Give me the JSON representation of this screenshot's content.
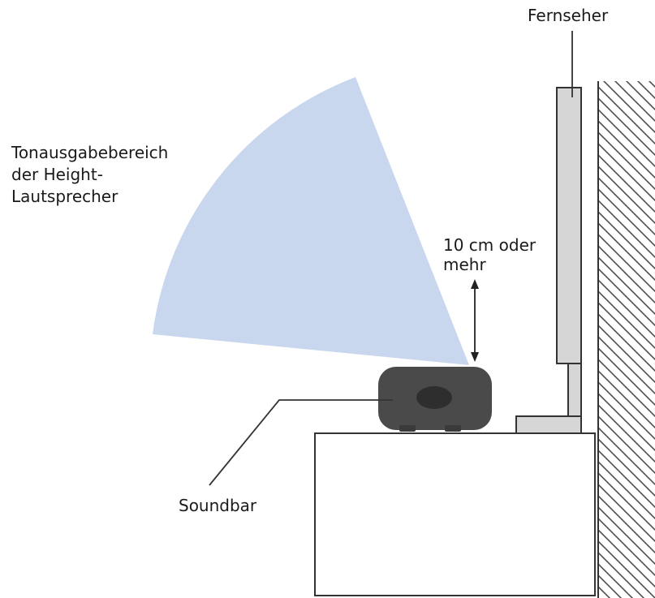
{
  "labels": {
    "tv": "Fernseher",
    "range_line1": "Tonausgabebereich",
    "range_line2": "der Height-",
    "range_line3": "Lautsprecher",
    "distance_line1": "10 cm oder",
    "distance_line2": "mehr",
    "soundbar": "Soundbar"
  },
  "colors": {
    "sound_range": "#c8d7ee",
    "soundbar": "#4a4a4a",
    "soundbar_port": "#2e2e2e",
    "tv_fill": "#d6d6d6",
    "outline": "#333333",
    "wall_hatch": "#4d4d4d"
  },
  "icons": {
    "distance_marker": "double-headed-arrow",
    "wall": "hatched-wall"
  }
}
